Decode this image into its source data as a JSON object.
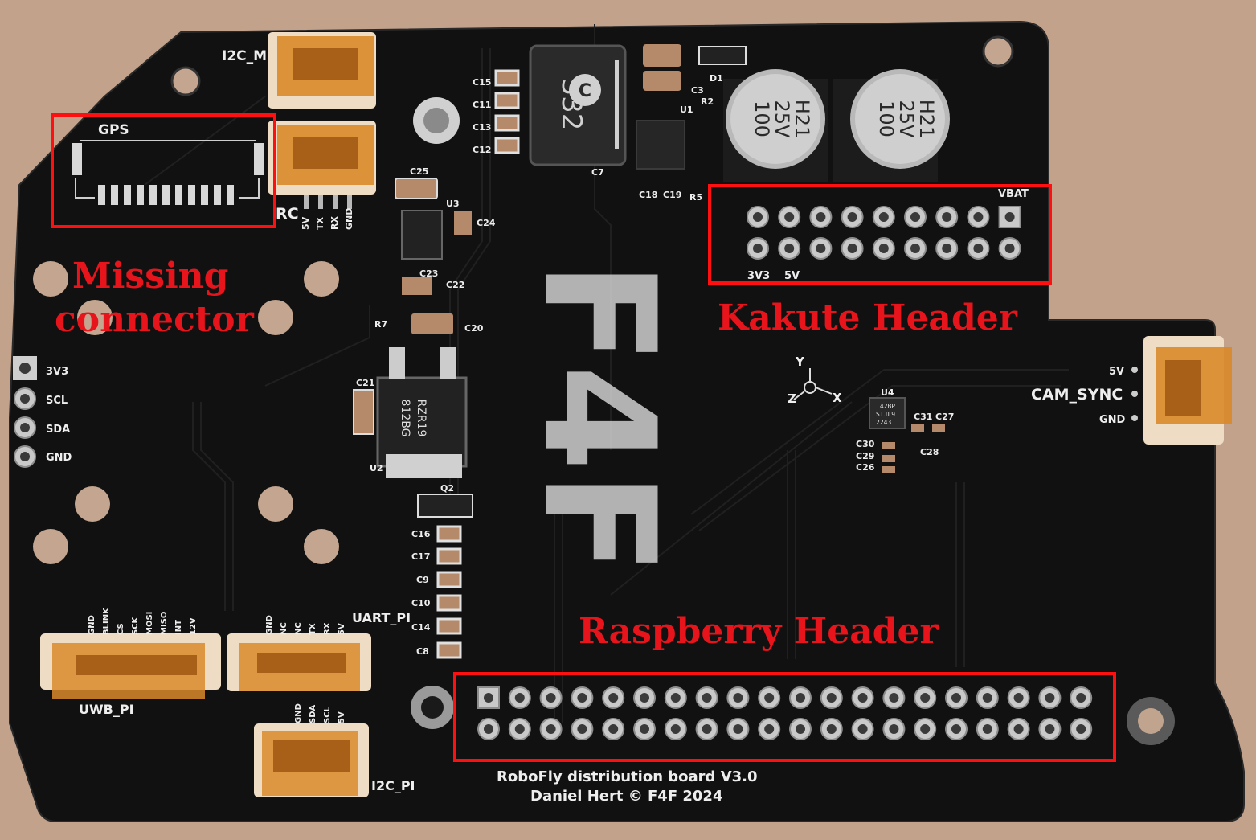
{
  "board": {
    "title": "RoboFly distribution board V3.0",
    "credit": "Daniel Hert © F4F 2024",
    "logo": "F4F"
  },
  "annotations": {
    "missing_line1": "Missing",
    "missing_line2": "connector",
    "kakute": "Kakute Header",
    "raspberry": "Raspberry Header"
  },
  "silkscreen": {
    "gps": "GPS",
    "i2c_top": "I2C_M",
    "rc": "RC",
    "rc_pins": [
      "5V",
      "TX",
      "RX",
      "GND"
    ],
    "left_header": [
      "3V3",
      "SCL",
      "SDA",
      "GND"
    ],
    "vbat": "VBAT",
    "kakute_3v3": "3V3",
    "kakute_5v": "5V",
    "cam_sync": "CAM_SYNC",
    "cam_5v": "5V",
    "cam_gnd": "GND",
    "uwb_pi": "UWB_PI",
    "uart_pi": "UART_PI",
    "i2c_pi": "I2C_PI",
    "uwb_pins": [
      "GND",
      "BLINK",
      "CS",
      "SCK",
      "MOSI",
      "MISO",
      "INT",
      "12V"
    ],
    "uart_pins": [
      "GND",
      "NC",
      "NC",
      "TX",
      "RX",
      "5V"
    ],
    "i2c_pi_pins": [
      "GND",
      "SDA",
      "SCL",
      "5V"
    ],
    "axes": [
      "Y",
      "Z",
      "X"
    ],
    "refdes": {
      "c15": "C15",
      "c11": "C11",
      "c13": "C13",
      "c12": "C12",
      "c25": "C25",
      "u3": "U3",
      "c24": "C24",
      "c23": "C23",
      "c22": "C22",
      "r7": "R7",
      "c20": "C20",
      "c21": "C21",
      "u2": "U2",
      "q2": "Q2",
      "c16": "C16",
      "c17": "C17",
      "c9": "C9",
      "c10": "C10",
      "c14": "C14",
      "c8": "C8",
      "d1": "D1",
      "c3": "C3",
      "u1": "U1",
      "r2": "R2",
      "c7": "C7",
      "c18": "C18",
      "c19": "C19",
      "r5": "R5",
      "u4": "U4",
      "c31": "C31",
      "c27": "C27",
      "c30": "C30",
      "c29": "C29",
      "c26": "C26",
      "c28": "C28"
    }
  },
  "parts": {
    "inductor": [
      "C",
      "332"
    ],
    "cap_left": [
      "100",
      "25V",
      "H21"
    ],
    "cap_right": [
      "100",
      "25V",
      "H21"
    ],
    "regulator": [
      "RZR19",
      "812BG"
    ],
    "imu": [
      "I42BP",
      "STJL9",
      "2243"
    ]
  },
  "colors": {
    "pcb": "#111111",
    "annotation": "#e8141c",
    "connector": "#d98a2a"
  }
}
